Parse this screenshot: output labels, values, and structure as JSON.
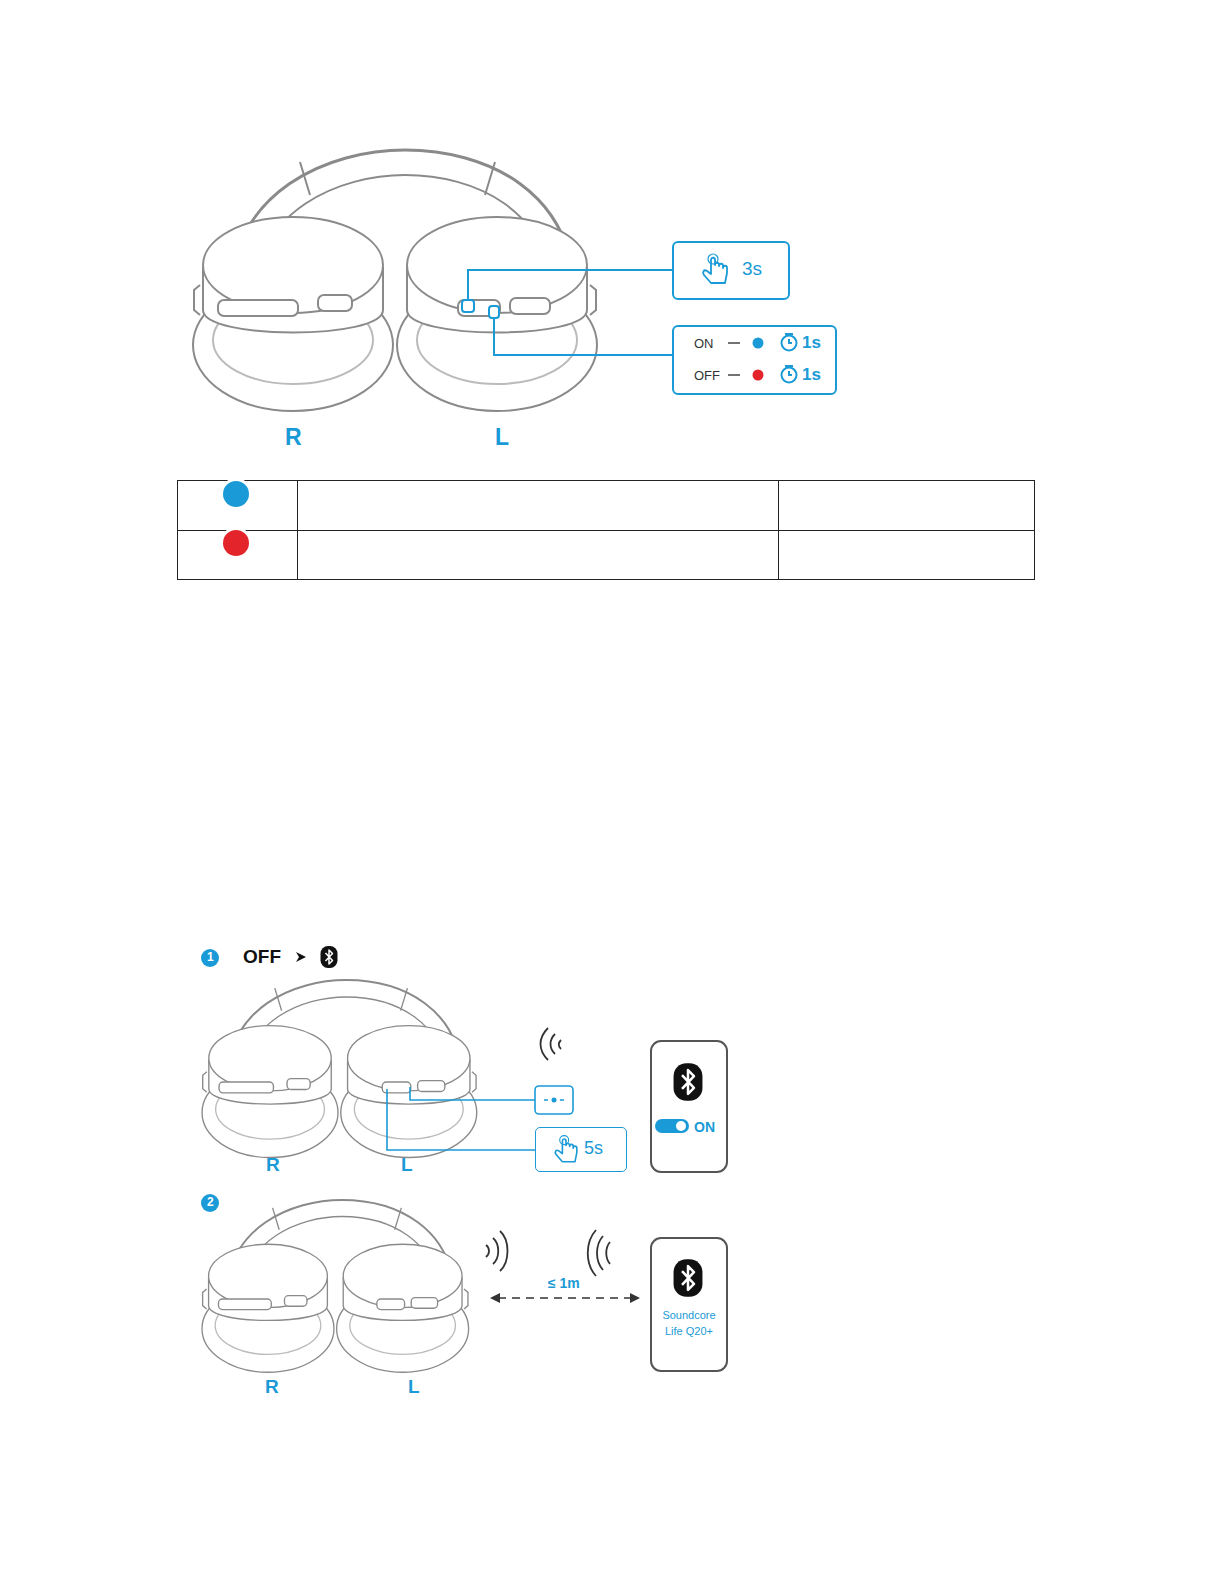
{
  "diagram": {
    "nodes": [
      {
        "text": [
          "3s"
        ]
      },
      {
        "text": [
          "ON",
          "1s",
          "OFF",
          "1s"
        ]
      },
      {
        "text": [
          "ON"
        ]
      },
      {
        "text": [
          "5s"
        ]
      },
      {
        "text": [
          "Soundcore Life Q20+"
        ]
      }
    ],
    "labels": [
      "R",
      "L",
      "1",
      "OFF",
      "R",
      "L",
      "2",
      "≤ 1m",
      "R",
      "L"
    ]
  }
}
